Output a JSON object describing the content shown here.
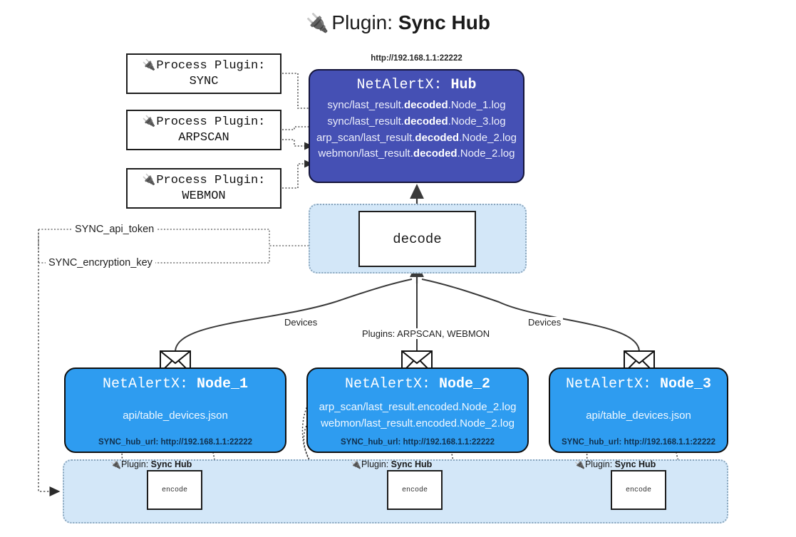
{
  "title": {
    "icon": "plug-icon",
    "prefix": "Plugin: ",
    "name": "Sync Hub"
  },
  "colors": {
    "hub_fill": "#4550b4",
    "node_fill": "#2e9cf0",
    "cluster_fill": "#d3e7f8",
    "cluster_border": "#8aa6bd",
    "stroke": "#1d1d1d"
  },
  "process_plugins": [
    {
      "line1": "Process Plugin:",
      "line2": "SYNC",
      "icon": "plug-icon"
    },
    {
      "line1": "Process Plugin:",
      "line2": "ARPSCAN",
      "icon": "plug-icon"
    },
    {
      "line1": "Process Plugin:",
      "line2": "WEBMON",
      "icon": "plug-icon"
    }
  ],
  "hub": {
    "url": "http://192.168.1.1:22222",
    "title_prefix": "NetAlertX: ",
    "title_name": "Hub",
    "logs": [
      {
        "pre": "sync/last_result.",
        "em": "decoded",
        "post": ".Node_1.log"
      },
      {
        "pre": "sync/last_result.",
        "em": "decoded",
        "post": ".Node_3.log"
      },
      {
        "pre": "arp_scan/last_result.",
        "em": "decoded",
        "post": ".Node_2.log"
      },
      {
        "pre": "webmon/last_result.",
        "em": "decoded",
        "post": ".Node_2.log"
      }
    ]
  },
  "decode": {
    "label": "decode"
  },
  "secrets": [
    {
      "label": "SYNC_api_token"
    },
    {
      "label": "SYNC_encryption_key"
    }
  ],
  "edge_labels": {
    "devices_left": "Devices",
    "plugins_middle": "Plugins: ARPSCAN, WEBMON",
    "devices_right": "Devices"
  },
  "nodes": [
    {
      "title_prefix": "NetAlertX: ",
      "title_name": "Node_1",
      "lines": [
        "api/table_devices.json"
      ],
      "foot": "SYNC_hub_url: http://192.168.1.1:22222",
      "icon": "envelope-icon"
    },
    {
      "title_prefix": "NetAlertX: ",
      "title_name": "Node_2",
      "lines": [
        "arp_scan/last_result.encoded.Node_2.log",
        "webmon/last_result.encoded.Node_2.log"
      ],
      "foot": "SYNC_hub_url: http://192.168.1.1:22222",
      "icon": "envelope-icon"
    },
    {
      "title_prefix": "NetAlertX: ",
      "title_name": "Node_3",
      "lines": [
        "api/table_devices.json"
      ],
      "foot": "SYNC_hub_url: http://192.168.1.1:22222",
      "icon": "envelope-icon"
    }
  ],
  "encoders": [
    {
      "plugin_prefix": "Plugin: ",
      "plugin_name": "Sync Hub",
      "box_label": "encode",
      "icon": "plug-icon"
    },
    {
      "plugin_prefix": "Plugin: ",
      "plugin_name": "Sync Hub",
      "box_label": "encode",
      "icon": "plug-icon"
    },
    {
      "plugin_prefix": "Plugin: ",
      "plugin_name": "Sync Hub",
      "box_label": "encode",
      "icon": "plug-icon"
    }
  ]
}
